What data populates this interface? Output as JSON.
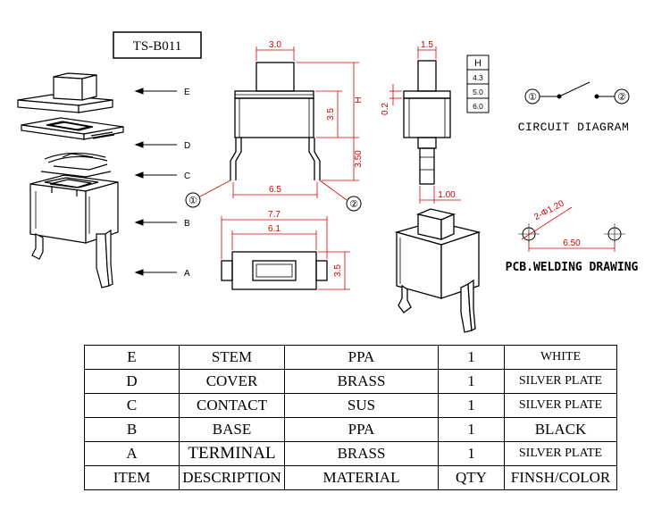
{
  "model": "TS-B011",
  "labels": {
    "part_e": "E",
    "part_d": "D",
    "part_c": "C",
    "part_b": "B",
    "part_a": "A"
  },
  "dimensions": {
    "stem_width": "3.0",
    "stem_height_h": "H",
    "body_height": "3.5",
    "leg_length": "3.50",
    "pin_span": "6.5",
    "top_length": "7.7",
    "top_inner": "6.1",
    "top_width": "3.5",
    "side_stem": "1.5",
    "side_gap": "0.2",
    "side_pin": "1.00",
    "hole": "2-Φ1.20",
    "pcb_span": "6.50"
  },
  "h_table": {
    "header": "H",
    "values": [
      "4.3",
      "5.0",
      "6.0"
    ]
  },
  "circuit": {
    "caption": "CIRCUIT DIAGRAM",
    "terminal_1": "①",
    "terminal_2": "②"
  },
  "pins": {
    "pin_1": "①",
    "pin_2": "②"
  },
  "pcb_caption": "PCB.WELDING DRAWING",
  "bom": {
    "rows": [
      {
        "item": "E",
        "description": "STEM",
        "material": "PPA",
        "qty": "1",
        "finish": "WHITE"
      },
      {
        "item": "D",
        "description": "COVER",
        "material": "BRASS",
        "qty": "1",
        "finish": "SILVER PLATE"
      },
      {
        "item": "C",
        "description": "CONTACT",
        "material": "SUS",
        "qty": "1",
        "finish": "SILVER PLATE"
      },
      {
        "item": "B",
        "description": "BASE",
        "material": "PPA",
        "qty": "1",
        "finish": "BLACK"
      },
      {
        "item": "A",
        "description": "TERMINAL",
        "material": "BRASS",
        "qty": "1",
        "finish": "SILVER PLATE"
      }
    ],
    "header": {
      "item": "ITEM",
      "description": "DESCRIPTION",
      "material": "MATERIAL",
      "qty": "QTY",
      "finish": "FINSH/COLOR"
    }
  }
}
